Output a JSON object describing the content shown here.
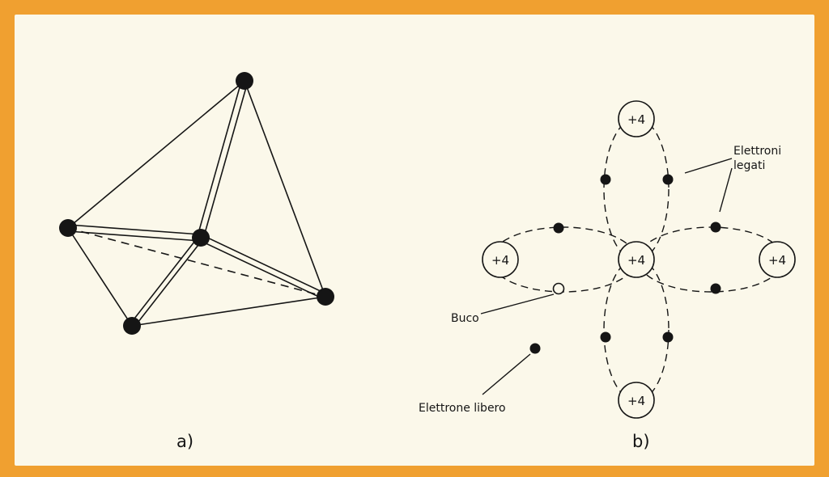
{
  "colors": {
    "frame": "#f0a030",
    "panel": "#fbf8ea",
    "ink": "#151515"
  },
  "figure_a": {
    "caption": "a)"
  },
  "figure_b": {
    "caption": "b)",
    "atoms": {
      "center": "+4",
      "top": "+4",
      "left": "+4",
      "right": "+4",
      "bottom": "+4"
    },
    "labels": {
      "bound_line1": "Elettroni",
      "bound_line2": "legati",
      "hole": "Buco",
      "free_electron": "Elettrone libero"
    }
  }
}
